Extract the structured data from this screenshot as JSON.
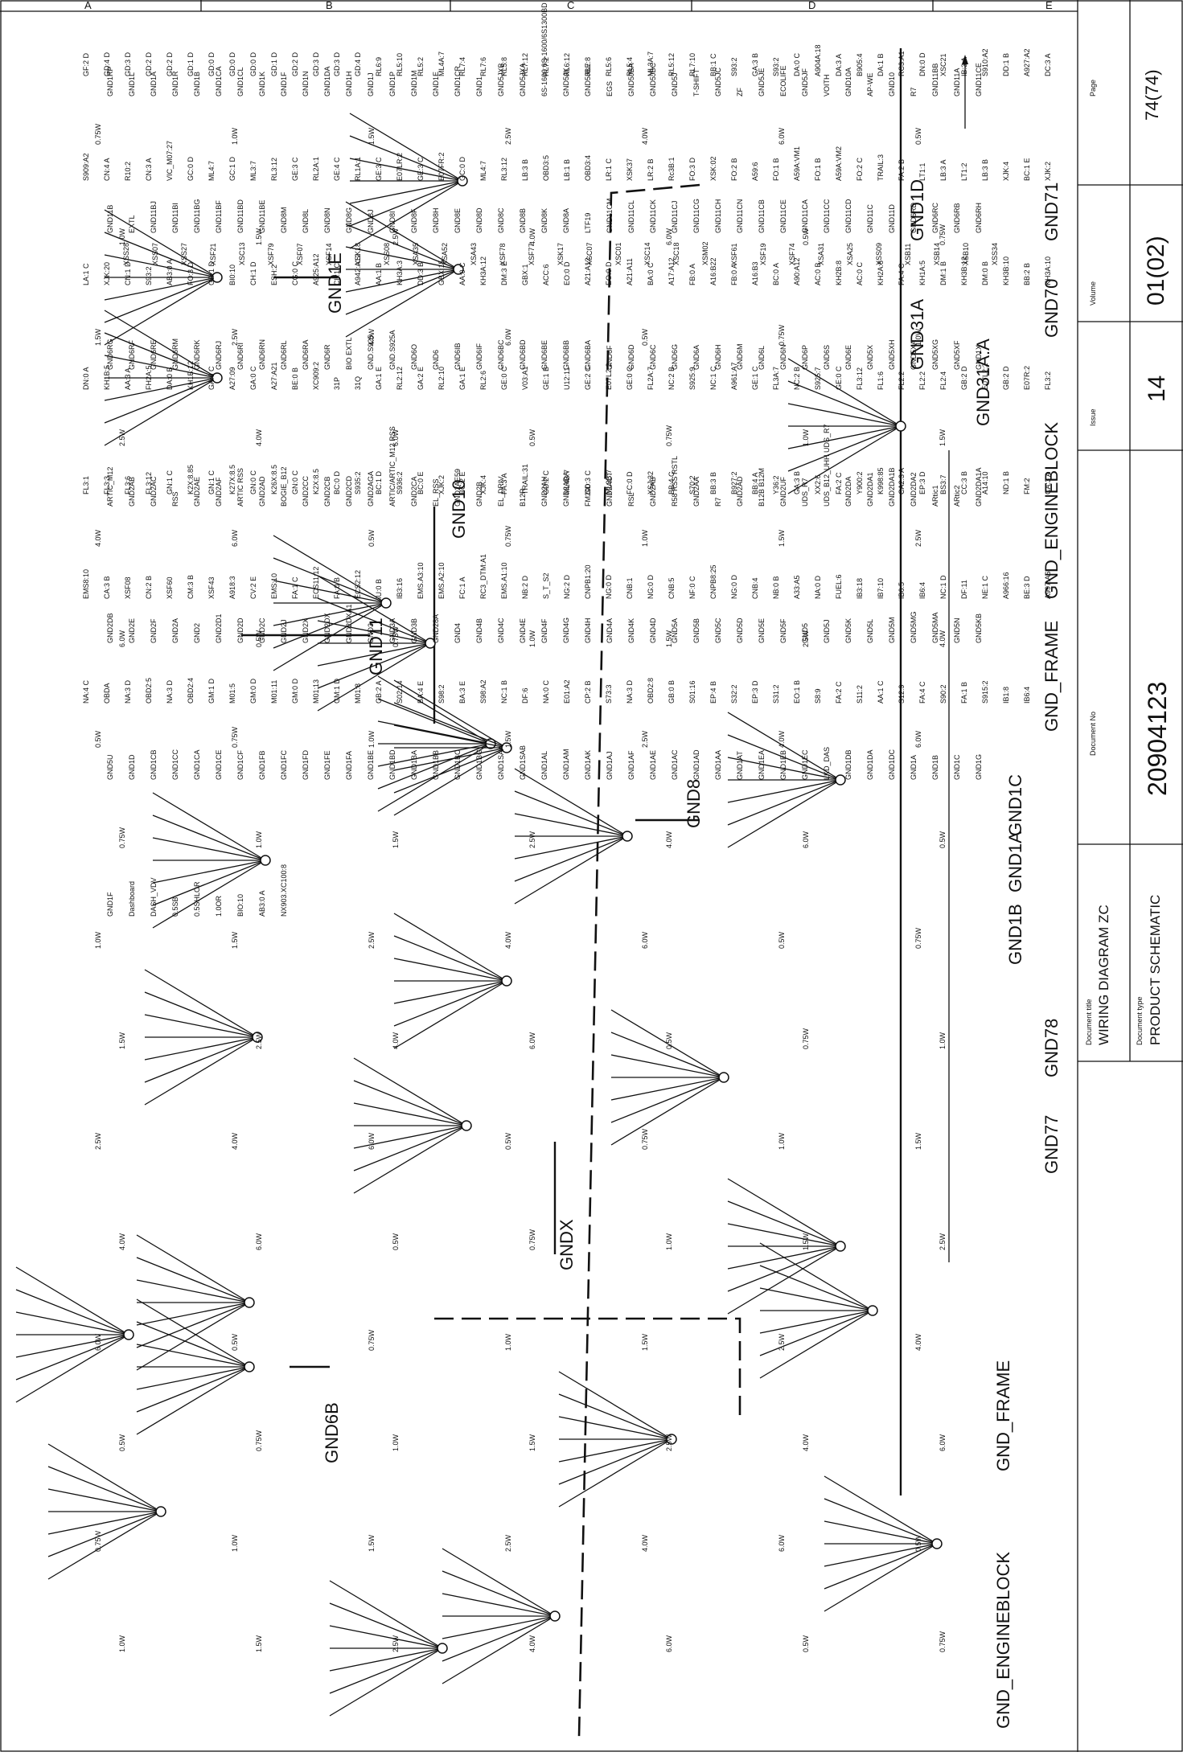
{
  "page_grid_letters": [
    "A",
    "B",
    "C",
    "D",
    "E"
  ],
  "title_block": {
    "page_label": "Page",
    "page_value": "74(74)",
    "volume_label": "Volume",
    "volume_value": "01(02)",
    "issue_label": "Issue",
    "issue_value": "14",
    "docno_label": "Document No",
    "docno_value": "20904123",
    "doctitle_label": "Document title",
    "doctitle_value": "WIRING DIAGRAM ZC",
    "doctype_label": "Document type",
    "doctype_value": "PRODUCT SCHEMATIC"
  },
  "ground_labels": [
    "GND1E",
    "GND10",
    "GND11",
    "GND8",
    "GND6B",
    "GNDX",
    "GND1D",
    "GND31A",
    "GND31A:A",
    "GND_ENGINEBLOCK",
    "GND_FRAME",
    "GND1C",
    "GND1A",
    "GND1B",
    "GND78",
    "GND77",
    "GND71",
    "GND70",
    "GND_FRAME",
    "GND_ENGINEBLOCK"
  ],
  "connector_labels": [
    "XSS28",
    "XSS07",
    "XSS27",
    "XSF21",
    "XSC13",
    "XSF79",
    "XSF07",
    "XSF14",
    "XSK18",
    "XSS08",
    "XSA35",
    "XSA52",
    "XSA43",
    "XSF78",
    "XSF77",
    "XSK17",
    "XSC07",
    "XSC01",
    "XSC14",
    "XSC18",
    "XSM02",
    "XSF61",
    "XSF19",
    "XSF74",
    "XSA31",
    "XSA25",
    "XSS09",
    "XSB11",
    "XSB14",
    "XSB10",
    "XSS34"
  ],
  "wire_labels": [
    "GND1RP",
    "GND1L",
    "GND1A",
    "GND1R",
    "GND1B",
    "GND1CA",
    "GND1CL",
    "GND1K",
    "GND1F",
    "GND1N",
    "GND1DA",
    "GND1H",
    "GND1J",
    "GND1P",
    "GND1M",
    "GND1E",
    "GND1CR",
    "GND1",
    "GND5JXB",
    "GND5JXA",
    "6S-1600:6S-1600/6S1300BD",
    "GND5JX",
    "GND5JBE",
    "EGS",
    "GND5JBA",
    "GND5JBC",
    "GND5J",
    "T-SHIFT",
    "GND5JC",
    "ZF",
    "GND5JE",
    "ECOLIFE",
    "GND5JF",
    "VOITH",
    "GND10A",
    "AP-WE",
    "GND10",
    "R7",
    "GND11BB",
    "GND11A",
    "GND11CE",
    "GND11B",
    "EXTL",
    "GND11BJ",
    "GND11BI",
    "GND11BG",
    "GND11BF",
    "GND11BD",
    "GND11BE",
    "GND8M",
    "GND8L",
    "GND8N",
    "GND8G",
    "GND8J",
    "GND8I",
    "GND8F",
    "GND8H",
    "GND8E",
    "GND8D",
    "GND8C",
    "GND8B",
    "GND8K",
    "GND8A",
    "LTF19",
    "GND11CM",
    "GND11CL",
    "GND11CK",
    "GND11CJ",
    "GND11CG",
    "GND11CH",
    "GND11CN",
    "GND11CB",
    "GND11CE",
    "GND11CA",
    "GND11CC",
    "GND11CD",
    "GND11C",
    "GND11D",
    "GND6RD",
    "GND6RC",
    "GND6RB",
    "GND6RH",
    "GND6RG",
    "GND6RF",
    "GND6RE",
    "GND6RM",
    "GND6RK",
    "GND6RJ",
    "GND6RI",
    "GND6RN",
    "GND6RL",
    "GND6RA",
    "GND6R",
    "BIO EXTL",
    "GND.S925",
    "GND.S925A",
    "GND6O",
    "GND6",
    "GND6IB",
    "GND6IF",
    "GND6BC",
    "GND6BD",
    "GND6BE",
    "GND6BB",
    "GND6BA",
    "GND6F",
    "GND6D",
    "GND6C",
    "GND6G",
    "GND6A",
    "GND6H",
    "GND6M",
    "GND6L",
    "GND6N",
    "GND6P",
    "GND6S",
    "GND6E",
    "GND5X",
    "GND5XH",
    "GND5XA",
    "GND5XG",
    "GND5XF",
    "GND1X",
    "ARTIC_M12",
    "GND2AB",
    "GND2AC",
    "RSS",
    "GND2AE",
    "GND2AF",
    "ARTIC RSS",
    "GND2AD",
    "BOGIE_B12",
    "GND2CC",
    "GND2CB",
    "GND2CD",
    "GND2AGA",
    "ARTIC/ARTIC_M12 RSS",
    "GND2CA",
    "EL_RSS",
    "GND2AE59",
    "GND2B",
    "EL_DRIV",
    "B12R",
    "GND2AH",
    "GND2ADA",
    "FM200",
    "GND2ACT",
    "RSL",
    "GND2AB",
    "R58 RSS RSTL",
    "GND2AA",
    "R7",
    "GND2AD",
    "B12B B12M",
    "GND2UF",
    "UDS_R7",
    "UDS_B12_UHH UDS_R7",
    "GND2DA",
    "GND2DA1",
    "GND2DA1B",
    "GND2DA2",
    "ARtic1",
    "ARtic2",
    "GND2DA1A",
    "GND2DB",
    "GND2E",
    "GND2F",
    "GND2A",
    "GND2",
    "GND2D1",
    "GND2D",
    "GND2C",
    "GND2J",
    "GND2X",
    "GND2DX",
    "GND2DXA1",
    "GND3",
    "GND3A",
    "GND3B",
    "GND28A",
    "GND4",
    "GND4B",
    "GND4C",
    "GND4E",
    "GND4F",
    "GND4G",
    "GND4H",
    "GND4A",
    "GND4K",
    "GND4D",
    "GND5A",
    "GND5B",
    "GND5C",
    "GND5D",
    "GND5E",
    "GND5F",
    "GND5",
    "GND5J",
    "GND5K",
    "GND5L",
    "GND5M",
    "GND5MG",
    "GND5MA",
    "GND5N",
    "GND5KB",
    "GND5U",
    "GND1D",
    "GND1CB",
    "GND1CC",
    "GND1CA",
    "GND1CE",
    "GND1CF",
    "GND1FB",
    "GND1FC",
    "GND1FD",
    "GND1FE",
    "GND1FA",
    "GND1BE",
    "GND1BD",
    "GND1BA",
    "GND1BB",
    "GND1BC",
    "GND1BG",
    "GND1SAA",
    "GND1SAB",
    "GND1AL",
    "GND1AM",
    "GND1AK",
    "GND1AJ",
    "GND1AF",
    "GND1AE",
    "GND1AC",
    "GND1AD",
    "GND1AA",
    "GND1AT",
    "GND1EA",
    "GND1EB",
    "GND1EC",
    "LKD_DAS",
    "GND1DB",
    "GND1DA",
    "GND1DC",
    "GND1A",
    "GND1B",
    "GND1C",
    "GND1G",
    "GND1F",
    "Dashboard",
    "DASH_VDV",
    "0.5SB",
    "0.5SHLOR",
    "1.0OR",
    "BIO:10",
    "AB3:0 A",
    "NX903.XC100:8"
  ],
  "cross_refs": [
    "GF:2 D",
    "GD:4 D",
    "GD:3 D",
    "GD:2 D",
    "GD:2 D",
    "GD:1 D",
    "GD:0 D",
    "GD:0 D",
    "GD:0 D",
    "GD:1 D",
    "GD:2 D",
    "GD:3 D",
    "GD:3 D",
    "GD:4 D",
    "RL6:9",
    "RL5:10",
    "RL5:2",
    "ML4A:7",
    "RL7:4",
    "RL7:6",
    "RL5:8",
    "RL7:12",
    "RL7:2",
    "RL6:12",
    "RL7:8",
    "RL5:6",
    "RL5:4",
    "ML3A:7",
    "RL5:12",
    "RL7:10",
    "BB:1 C",
    "S93:2",
    "GA:3 B",
    "S93:2",
    "DA:0 C",
    "A904A:18",
    "DA:3 A",
    "B905:4",
    "DA:1 B",
    "RC3:A1",
    "DN:0 D",
    "XSC21",
    "IB:3 A",
    "S910:A2",
    "DD:1 B",
    "A927:A2",
    "DC:3 A",
    "S909:A2",
    "CN:4 A",
    "R10:2",
    "CN:3 A",
    "VIC_M07:27",
    "GC:0 D",
    "ML4:7",
    "GC:1 D",
    "ML3:7",
    "RL3:12",
    "GE:3 C",
    "RL2A:1",
    "GE:4 C",
    "RL1A:1",
    "GE:3 C",
    "E07LR:2",
    "GE:3 C",
    "E07FR:2",
    "GC:0 D",
    "ML4:7",
    "RL3:12",
    "LB:3 B",
    "OBD3:5",
    "LB:1 B",
    "OBD3:4",
    "LR:1 C",
    "XSK37",
    "LR:2 B",
    "Rc3B:1",
    "FO:3 D",
    "XSK:02",
    "FO:2 B",
    "A59:6",
    "FO:1 B",
    "A59A:VM1",
    "FO:1 B",
    "A59A:VM2",
    "FO:2 C",
    "TRAIL:3",
    "FA:2 B",
    "LT1:1",
    "LB:3 A",
    "LT1:2",
    "LB:3 B",
    "XJK:4",
    "BC:1 E",
    "XJK:2",
    "LA:1 C",
    "XJK:20",
    "CN:1 D",
    "S93:2",
    "AB3:0 A",
    "FO:3 D",
    "GD:1 D",
    "BI0:10",
    "CH:1 D",
    "ESH:2",
    "CG:0 C",
    "A925:A12",
    "CL:1 C",
    "A942:A12",
    "AA:1 B",
    "KH3A:3",
    "DD:3 B",
    "GBX:15",
    "AA:0 C",
    "KH3A:12",
    "DM:3 E",
    "GBX:1",
    "ACC:6",
    "EO:0 D",
    "A21:A12",
    "EO:0 D",
    "A21:A11",
    "BA:0 C",
    "A17:A12",
    "FB:0 A",
    "A16:B22",
    "FB:0 A",
    "A16:B3",
    "BC:0 A",
    "A90:A12",
    "AC:0 B",
    "KH2B:8",
    "AC:0 C",
    "KH2A:8",
    "FA:4 C",
    "KH1A:5",
    "DM:1 B",
    "KH3B:12",
    "DM:0 B",
    "KH3B:10",
    "BB:2 B",
    "KH3A:10",
    "DN:0 A",
    "KH1B:5",
    "AA:3 A",
    "FH2A:5",
    "DA:0 B",
    "KH1B:12",
    "GA:0 C",
    "A27:09",
    "GA:0 C",
    "A27:A21",
    "BE:0 B",
    "XC909:2",
    "31P",
    "31Q",
    "GA:1 E",
    "RL2:12",
    "GA:2 E",
    "RL2:10",
    "GA:1 E",
    "RL2:6",
    "GE:0 C",
    "V03:A1",
    "GE:1 B",
    "U12:11",
    "GE:2 C",
    "E07L2:2",
    "GE:0 C",
    "FL2A:7",
    "NC:2 B",
    "S925:9",
    "NC:1 C",
    "A961:A7",
    "GE:1 C",
    "FL3A:7",
    "NC:2 B",
    "S925:7",
    "GE:0 C",
    "FL3:12",
    "FL1:6",
    "FL2:2",
    "FL2:2",
    "FL2:4",
    "GB:2 D",
    "E07L2:2",
    "GB:2 D",
    "E07R:2",
    "FL3:2",
    "FL3:1",
    "FL3:3",
    "FL3:6",
    "FL3:12",
    "GN:1 C",
    "K2X:8.85",
    "GN:1 C",
    "K27X:8.5",
    "GN:0 C",
    "K26X:8.5",
    "GN:0 C",
    "K2X:8.5",
    "BC:0 D",
    "S935:2",
    "BC:1 D",
    "S936:2",
    "BC:0 E",
    "XJK:2",
    "BC:2 E",
    "XJK:4",
    "FA:3 A",
    "TRAIL:31",
    "GD:2 C",
    "ML4B:7",
    "GD:3 C",
    "ML3B:7",
    "FC:0 D",
    "XSJ:32",
    "BB:4 C",
    "S70:2",
    "BB:3 B",
    "B927:2",
    "BB:4 A",
    "Y36:2",
    "GA:3 B",
    "XX2:6",
    "FA:2 C",
    "Y900:2",
    "K998:85",
    "CA2:3 A",
    "EP:3 D",
    "BS3:7",
    "CC:3 B",
    "A14:10",
    "ND:1 B",
    "FM:2",
    "CA:3 A",
    "EMS8:10",
    "CA:3 B",
    "XSF08",
    "CN:2 B",
    "XSF60",
    "CM:3 B",
    "XSF43",
    "A918:3",
    "CV:2 E",
    "EMS:10",
    "FA:1 C",
    "ECS11:12",
    "FA:0 B",
    "ECS2:12",
    "IU:0 B",
    "IB3:16",
    "EMS.A3:10",
    "EMS.A2:10",
    "FC:1 A",
    "RC3_DTM:A1",
    "EMS.A1:10",
    "NB:2 D",
    "S_T_S2",
    "NG:2 D",
    "CNPB1:20",
    "NG:0 D",
    "CNB:1",
    "NG:0 D",
    "CNB:5",
    "NF:0 C",
    "CNPB8:25",
    "NG:0 D",
    "CNB:4",
    "NB:0 B",
    "A33:A5",
    "NA:0 D",
    "FUEL:6",
    "IB3:18",
    "IB7:10",
    "IB6:5",
    "IB6:4",
    "NC:1 D",
    "DF:11",
    "NE:1 C",
    "A966:16",
    "BE:3 D",
    "A997:A6",
    "NA:4 C",
    "OBDA",
    "NA:3 D",
    "OBD2:5",
    "NA:3 D",
    "OBD2:4",
    "GM:1 D",
    "M01:5",
    "GM:0 D",
    "M01:11",
    "GM:0 D",
    "M01:13",
    "GM:1 D",
    "M01:8",
    "GB:2 A",
    "S02:14",
    "BA:4 E",
    "S98:2",
    "BA:3 E",
    "S98:A2",
    "NC:1 B",
    "DF:6",
    "NA:0 C",
    "E01:A2",
    "CP:2 B",
    "S73:3",
    "NA:3 D",
    "OBD2:8",
    "GB:0 B",
    "S01:16",
    "EP:4 B",
    "S32:2",
    "EP:3 D",
    "S31:2",
    "EO:1 B",
    "S8:9",
    "FA:2 C",
    "S11:2",
    "AA:1 C",
    "S12:9",
    "FA:4 C",
    "S90:2",
    "FA:1 B",
    "S915:2",
    "IB1:8",
    "IB6:4"
  ],
  "wire_sizes": [
    "0.75W",
    "1.0W",
    "1.5W",
    "2.5W",
    "4.0W",
    "6.0W",
    "0.5W"
  ]
}
